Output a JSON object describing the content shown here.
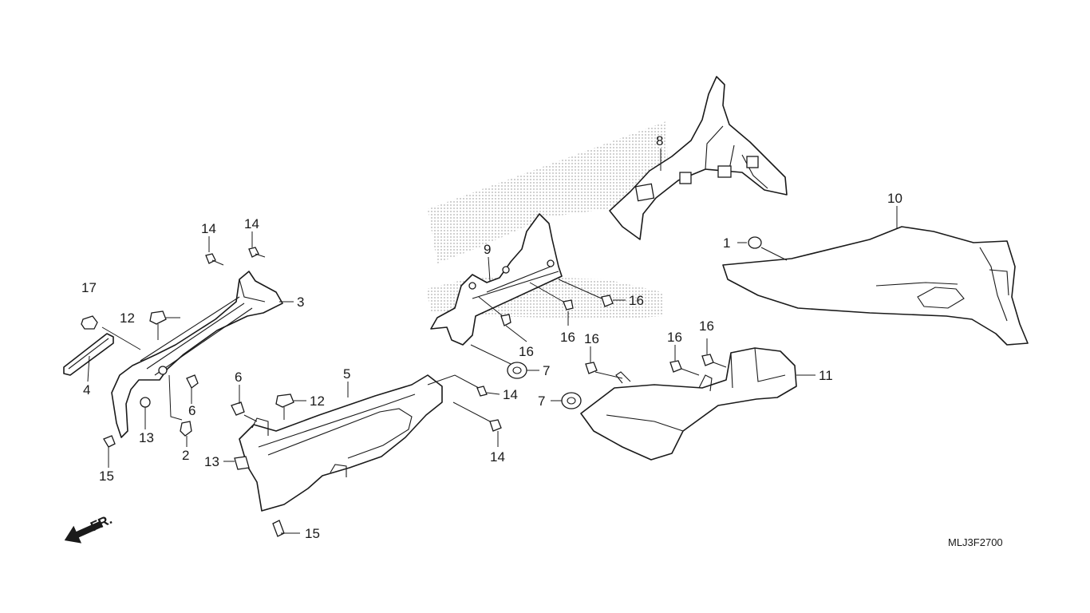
{
  "diagram": {
    "callouts": {
      "c1": "1",
      "c2": "2",
      "c3": "3",
      "c4": "4",
      "c5": "5",
      "c6a": "6",
      "c6b": "6",
      "c7a": "7",
      "c7b": "7",
      "c8": "8",
      "c9": "9",
      "c10": "10",
      "c11": "11",
      "c12a": "12",
      "c12b": "12",
      "c13a": "13",
      "c13b": "13",
      "c14a": "14",
      "c14b": "14",
      "c14c": "14",
      "c14d": "14",
      "c15a": "15",
      "c15b": "15",
      "c16a": "16",
      "c16b": "16",
      "c16c": "16",
      "c16d": "16",
      "c16e": "16",
      "c16f": "16",
      "c17": "17"
    },
    "front_marker": "FR.",
    "diagram_code": "MLJ3F2700"
  }
}
